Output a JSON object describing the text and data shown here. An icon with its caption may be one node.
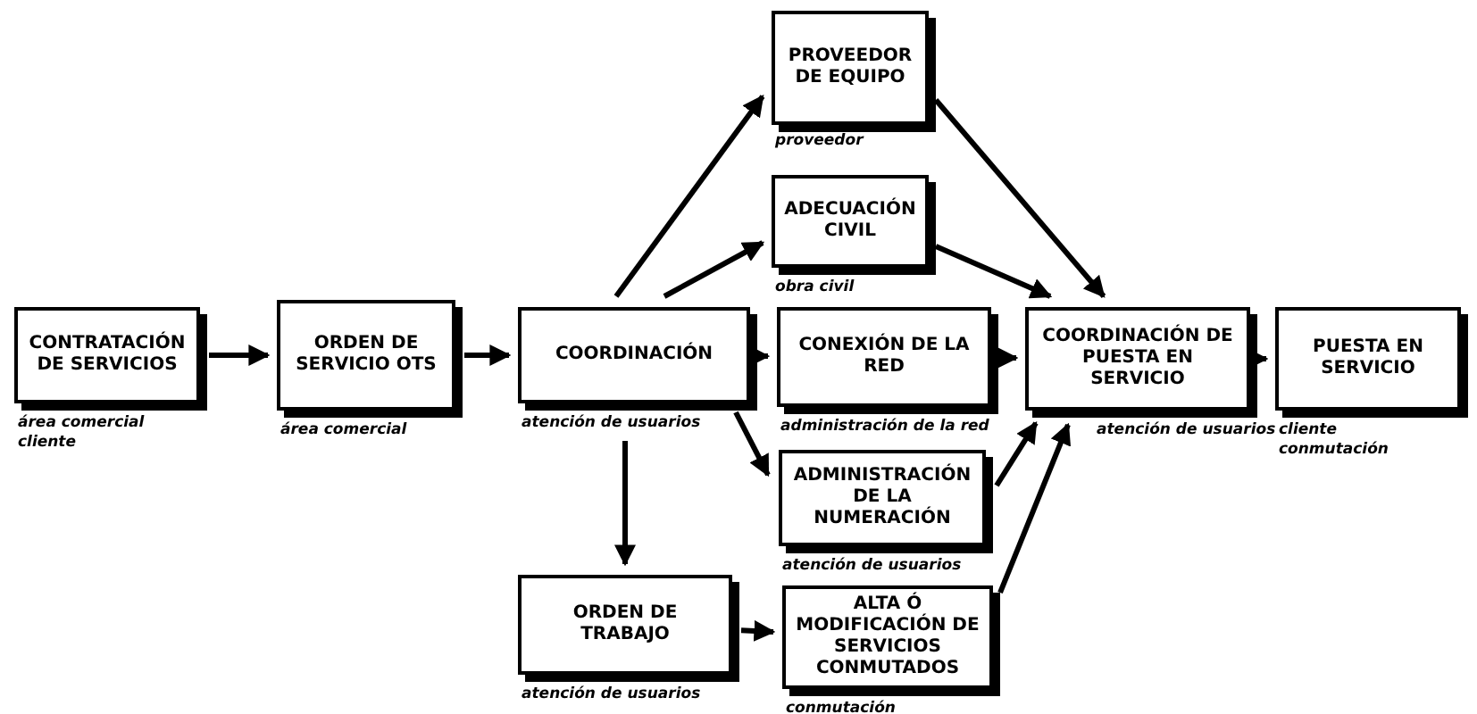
{
  "diagram": {
    "nodes": [
      {
        "text": [
          "CONTRATACIÓN DE SERVICIOS"
        ],
        "beside": [
          "área comercial",
          "cliente"
        ]
      },
      {
        "text": [
          "ORDEN DE SERVICIO OTS"
        ],
        "beside": [
          "área comercial"
        ]
      },
      {
        "text": [
          "COORDINACIÓN"
        ],
        "beside": [
          "atención de usuarios"
        ]
      },
      {
        "text": [
          "PROVEEDOR DE EQUIPO"
        ],
        "beside": [
          "proveedor"
        ]
      },
      {
        "text": [
          "ADECUACIÓN CIVIL"
        ],
        "beside": [
          "obra civil"
        ]
      },
      {
        "text": [
          "CONEXIÓN DE LA RED"
        ],
        "beside": [
          "administración de la red"
        ]
      },
      {
        "text": [
          "ADMINISTRACIÓN DE LA NUMERACIÓN"
        ],
        "beside": [
          "atención de usuarios"
        ]
      },
      {
        "text": [
          "ORDEN DE TRABAJO"
        ],
        "beside": [
          "atención de usuarios"
        ]
      },
      {
        "text": [
          "ALTA Ó MODIFICACIÓN DE SERVICIOS CONMUTADOS"
        ],
        "beside": [
          "conmutación"
        ]
      },
      {
        "text": [
          "COORDINACIÓN DE PUESTA EN SERVICIO"
        ],
        "beside": [
          "atención de usuarios"
        ]
      },
      {
        "text": [
          "PUESTA EN SERVICIO"
        ],
        "beside": [
          "cliente",
          "conmutación"
        ]
      }
    ],
    "edges": [
      {
        "from": 0,
        "to": 1,
        "arrow": "to"
      },
      {
        "from": 1,
        "to": 2,
        "arrow": "to"
      },
      {
        "from": 2,
        "to": 5,
        "arrow": "to"
      },
      {
        "from": 5,
        "to": 9,
        "arrow": "to"
      },
      {
        "from": 9,
        "to": 10,
        "arrow": "to"
      },
      {
        "from": 7,
        "to": 8,
        "arrow": "to"
      },
      {
        "from": 2,
        "to": 3,
        "arrow": "to"
      },
      {
        "from": 2,
        "to": 4,
        "arrow": "to"
      },
      {
        "from": 2,
        "to": 6,
        "arrow": "to"
      },
      {
        "from": 2,
        "to": 7,
        "arrow": "to"
      },
      {
        "from": 3,
        "to": 9,
        "arrow": "to"
      },
      {
        "from": 4,
        "to": 9,
        "arrow": "to"
      },
      {
        "from": 6,
        "to": 9,
        "arrow": "to"
      },
      {
        "from": 8,
        "to": 9,
        "arrow": "to"
      }
    ]
  }
}
